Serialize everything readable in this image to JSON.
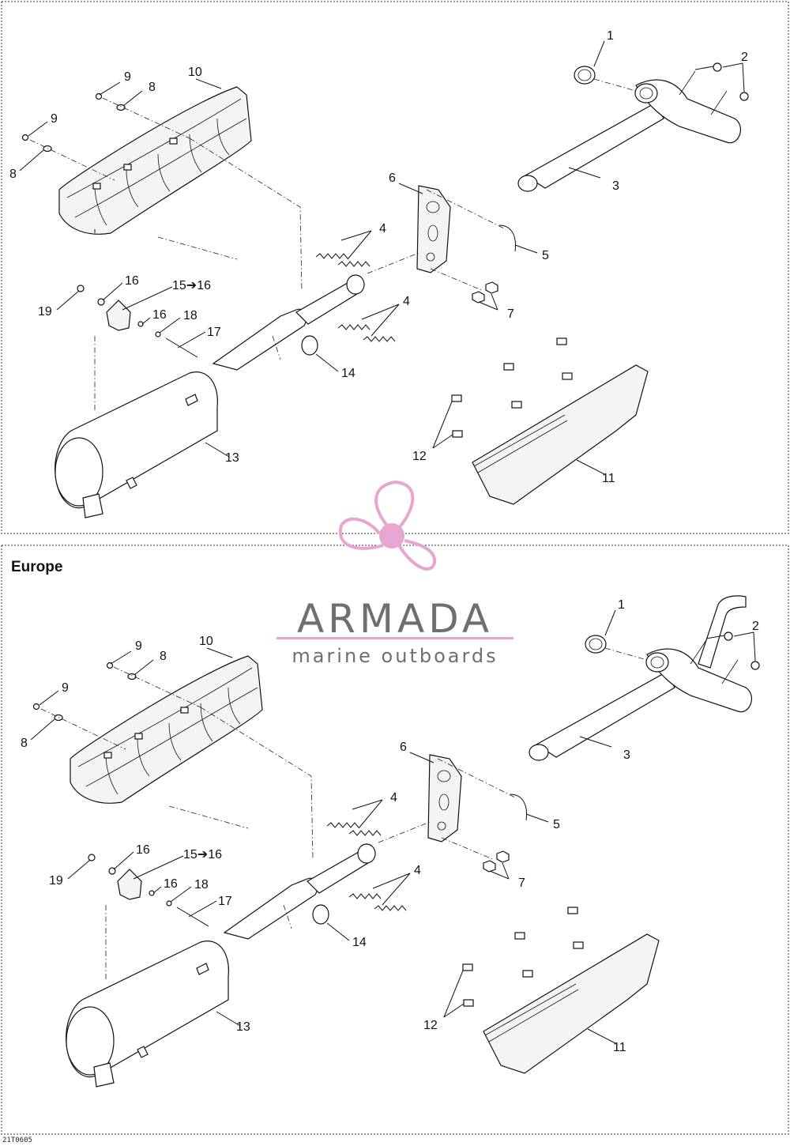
{
  "panels": [
    {
      "region_label": "",
      "callouts": {
        "c1": "1",
        "c2": "2",
        "c3": "3",
        "c4a": "4",
        "c4b": "4",
        "c5": "5",
        "c6": "6",
        "c7": "7",
        "c8a": "8",
        "c8b": "8",
        "c9a": "9",
        "c9b": "9",
        "c10": "10",
        "c11": "11",
        "c12": "12",
        "c13": "13",
        "c14": "14",
        "c15": "15➔16",
        "c16a": "16",
        "c16b": "16",
        "c17": "17",
        "c18": "18",
        "c19": "19"
      }
    },
    {
      "region_label": "Europe",
      "callouts": {
        "c1": "1",
        "c2": "2",
        "c3": "3",
        "c4a": "4",
        "c4b": "4",
        "c5": "5",
        "c6": "6",
        "c7": "7",
        "c8a": "8",
        "c8b": "8",
        "c9a": "9",
        "c9b": "9",
        "c10": "10",
        "c11": "11",
        "c12": "12",
        "c13": "13",
        "c14": "14",
        "c15": "15➔16",
        "c16a": "16",
        "c16b": "16",
        "c17": "17",
        "c18": "18",
        "c19": "19"
      }
    }
  ],
  "watermark": {
    "name": "ARMADA",
    "tagline": "marine outboards",
    "color": "#e6a6cf",
    "text_color": "#6f6f6f"
  },
  "drawing_code": "21T0605"
}
